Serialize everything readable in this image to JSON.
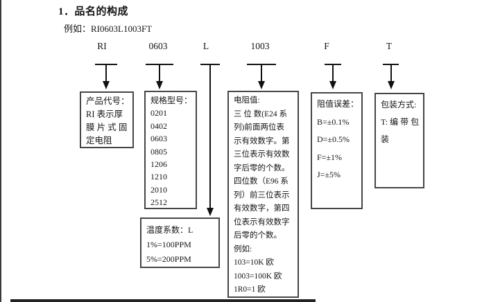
{
  "page": {
    "title": "1．品名的构成",
    "example": "例如：RI0603L1003FT"
  },
  "codes": [
    {
      "id": "ri",
      "label": "RI"
    },
    {
      "id": "size",
      "label": "0603"
    },
    {
      "id": "tcr",
      "label": "L"
    },
    {
      "id": "res",
      "label": "1003"
    },
    {
      "id": "tolerance",
      "label": "F"
    },
    {
      "id": "packaging",
      "label": "T"
    }
  ],
  "boxes": {
    "product_code": {
      "lines": [
        "产品代号：",
        "RI 表示厚",
        "膜 片 式 固",
        "定电阻"
      ]
    },
    "spec_model": {
      "lines": [
        "规格型号：",
        "0201",
        "0402",
        "0603",
        "0805",
        "1206",
        "1210",
        "2010",
        "2512"
      ]
    },
    "temp_coefficient": {
      "lines": [
        "温度系数：L",
        "1%=100PPM",
        "5%=200PPM"
      ]
    },
    "resistance_value": {
      "lines": [
        "电阻值:",
        "三 位 数(E24 系",
        "列)前面两位表",
        "示有效数字。第",
        "三位表示有效数",
        "字后零的个数。",
        "四位数（E96 系",
        "列）前三位表示",
        "有效数字，第四",
        "位表示有效数字",
        "后零的个数。",
        "例如:",
        "103=10K 欧",
        "1003=100K 欧",
        "1R0=1 欧"
      ]
    },
    "tolerance": {
      "lines": [
        "阻值误差：",
        "B=±0.1%",
        "D=±0.5%",
        "F=±1%",
        "J=±5%"
      ]
    },
    "packaging": {
      "lines": [
        "包装方式:",
        "T: 编 带 包",
        "装"
      ]
    }
  },
  "colors": {
    "ink": "#141414",
    "border": "#454545"
  }
}
